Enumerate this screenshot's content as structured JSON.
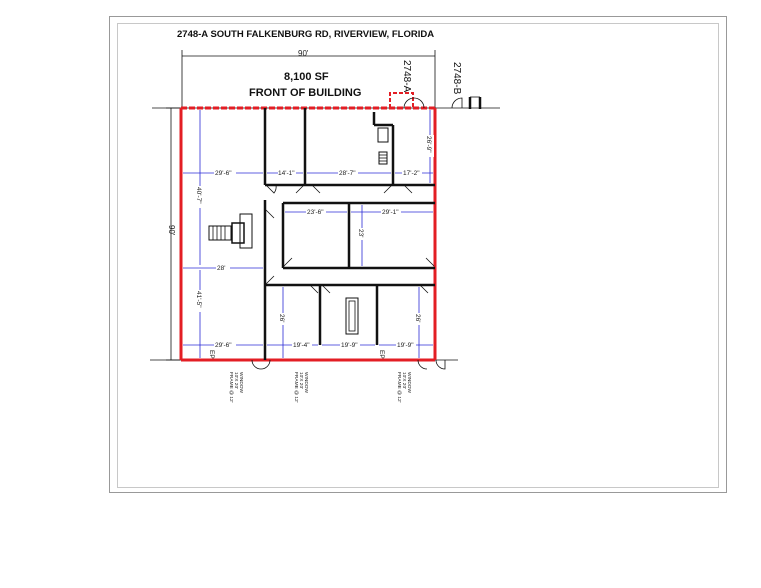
{
  "title": "2748-A SOUTH FALKENBURG RD, RIVERVIEW, FLORIDA",
  "area": "8,100 SF",
  "front_label": "FRONT OF BUILDING",
  "overall_width": "90'",
  "overall_depth": "90'",
  "unit_a": "2748-A",
  "unit_b": "2748-B",
  "dims": {
    "d1": "29'-6\"",
    "d2": "14'-1\"",
    "d3": "28'-7\"",
    "d4": "17'-2\"",
    "d5": "26'-9\"",
    "d6": "40'-7\"",
    "d7": "23'-6\"",
    "d8": "29'-1\"",
    "d9": "23'",
    "d10": "28'",
    "d11": "41'-5\"",
    "d12": "26'",
    "d13": "26'",
    "d14": "29'-6\"",
    "d15": "19'-4\"",
    "d16": "19'-9\"",
    "d17": "19'-9\""
  },
  "ep": "EP",
  "windows": [
    {
      "line1": "WINDOW",
      "line2": "10'X 20'",
      "line3": "FRAME @ 12'"
    },
    {
      "line1": "WINDOW",
      "line2": "10'X 20'",
      "line3": "FRAME @ 12'"
    },
    {
      "line1": "WINDOW",
      "line2": "10'X 20'",
      "line3": "FRAME @ 12'"
    }
  ]
}
